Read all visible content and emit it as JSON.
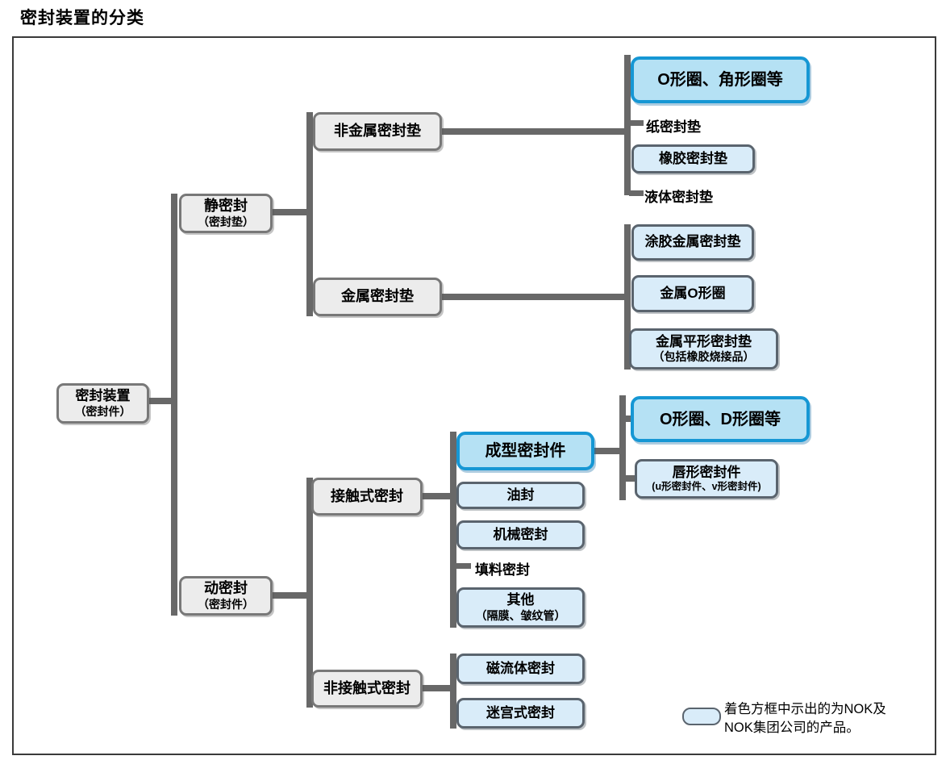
{
  "title": "密封装置的分类",
  "colors": {
    "highlight_border": "#1697d4",
    "highlight_fill": "#b5e1f4",
    "product_fill": "#d9ecf9",
    "product_border": "#5a646e",
    "category_fill": "#ececec",
    "category_border": "#787878",
    "connector": "#686868"
  },
  "nodes": {
    "root": {
      "title": "密封装置",
      "subtitle": "（密封件）"
    },
    "static_seal": {
      "title": "静密封",
      "subtitle": "（密封垫）"
    },
    "dynamic_seal": {
      "title": "动密封",
      "subtitle": "（密封件）"
    },
    "nonmetal_gasket": {
      "title": "非金属密封垫"
    },
    "metal_gasket": {
      "title": "金属密封垫"
    },
    "contact_seal": {
      "title": "接触式密封"
    },
    "noncontact_seal": {
      "title": "非接触式密封"
    },
    "o_ring_corner_ring": {
      "title": "O形圈、角形圈等"
    },
    "paper_gasket": {
      "title": "纸密封垫"
    },
    "rubber_gasket": {
      "title": "橡胶密封垫"
    },
    "liquid_gasket": {
      "title": "液体密封垫"
    },
    "coated_metal_gasket": {
      "title": "涂胶金属密封垫"
    },
    "metal_o_ring": {
      "title": "金属O形圈"
    },
    "metal_flat_gasket": {
      "title": "金属平形密封垫",
      "subtitle": "（包括橡胶烧接品）"
    },
    "molded_seal": {
      "title": "成型密封件"
    },
    "o_ring_d_ring": {
      "title": "O形圈、D形圈等"
    },
    "lip_seal": {
      "title": "唇形密封件",
      "subtitle": "(u形密封件、v形密封件)"
    },
    "oil_seal": {
      "title": "油封"
    },
    "mechanical_seal": {
      "title": "机械密封"
    },
    "packing_seal": {
      "title": "填料密封"
    },
    "others": {
      "title": "其他",
      "subtitle": "（隔膜、皱纹管）"
    },
    "magnetic_fluid_seal": {
      "title": "磁流体密封"
    },
    "labyrinth_seal": {
      "title": "迷宫式密封"
    }
  },
  "legend": {
    "line1": "着色方框中示出的为NOK及",
    "line2": "NOK集团公司的产品。"
  }
}
